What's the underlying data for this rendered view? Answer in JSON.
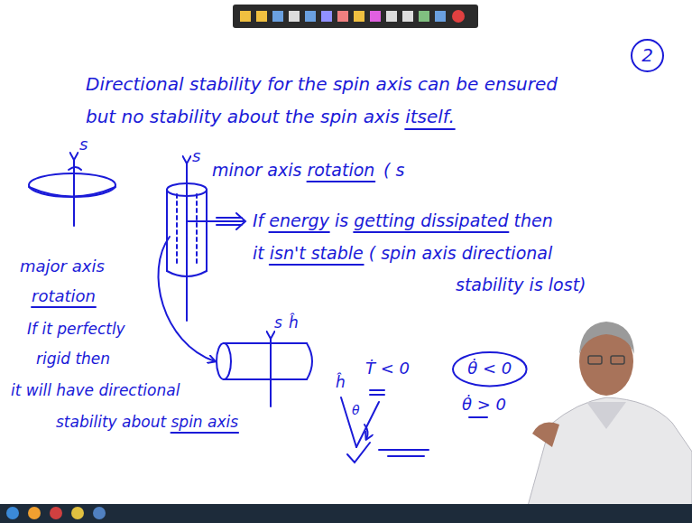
{
  "diagram": {
    "nodes": [
      {
        "text": [
          "2"
        ]
      },
      {
        "text": [
          "θ̇ < 0"
        ]
      }
    ],
    "labels": [
      "Directional stability for the spin axis can be ensured",
      "but no stability about the spin axis itself.",
      "s",
      "s",
      "minor axis rotation",
      "( s",
      "If energy is getting dissipated then",
      "it isn't stable ( spin axis directional",
      "stability is lost)",
      "major axis",
      "rotation",
      "If it perfectly",
      "rigid then",
      "it will have directional",
      "stability about spin axis",
      "s",
      "ĥ",
      "Ṫ < 0",
      "ĥ",
      "θ",
      "θ̇ > 0"
    ]
  }
}
